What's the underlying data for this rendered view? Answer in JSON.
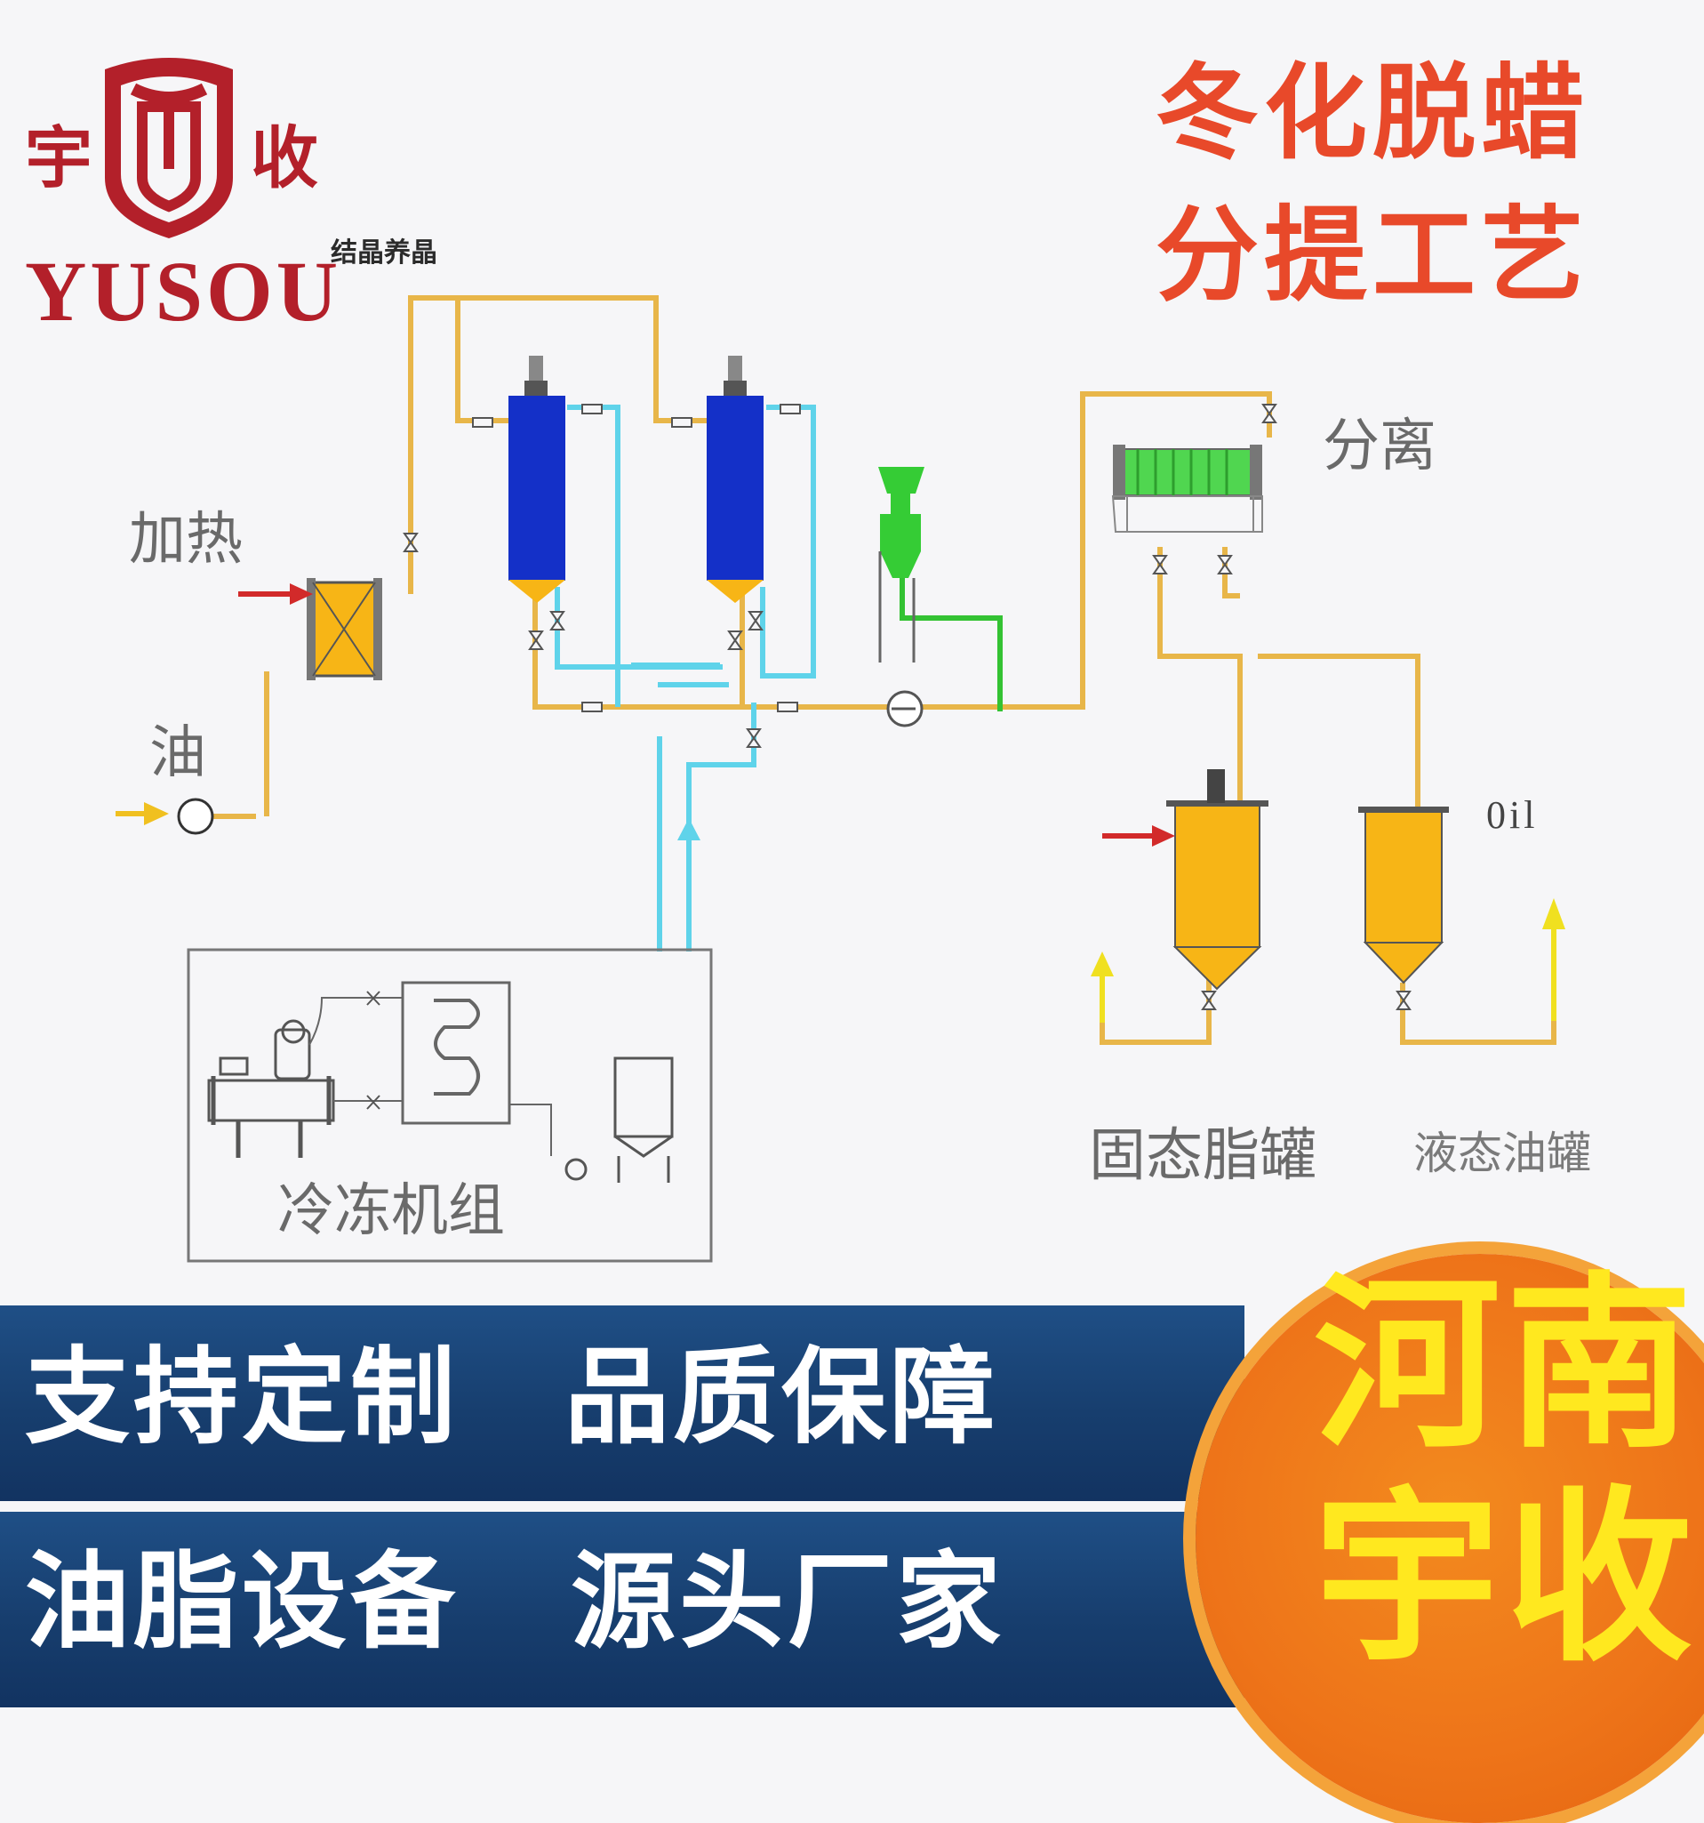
{
  "brand": {
    "logo_left": "宇",
    "logo_right": "收",
    "wordmark": "YUSOU",
    "slogan": "结晶养晶"
  },
  "headline": {
    "line1": "冬化脱蜡",
    "line2": "分提工艺"
  },
  "labels": {
    "heating": "加热",
    "oil_in": "油",
    "separation": "分离",
    "oil_out": "0il",
    "refrigeration_unit": "冷冻机组",
    "solid_fat_tank": "固态脂罐",
    "liquid_oil_tank": "液态油罐"
  },
  "banner": {
    "row1_a": "支持定制",
    "row1_b": "品质保障",
    "row2_a": "油脂设备",
    "row2_b": "源头厂家"
  },
  "badge": {
    "line1": "河南",
    "line2": "宇收"
  },
  "colors": {
    "oil_pipe": "#e8b649",
    "coolant_pipe": "#5fd3ea",
    "green_pipe": "#33c233",
    "crystallizer": "#1430c8",
    "tank": "#f7b516",
    "filter": "#4fd64f",
    "brand_red": "#b3202a",
    "headline_red": "#e8492a",
    "banner_blue": "#173e6e",
    "badge_orange": "#ee7419",
    "badge_yellow": "#ffe81f"
  }
}
